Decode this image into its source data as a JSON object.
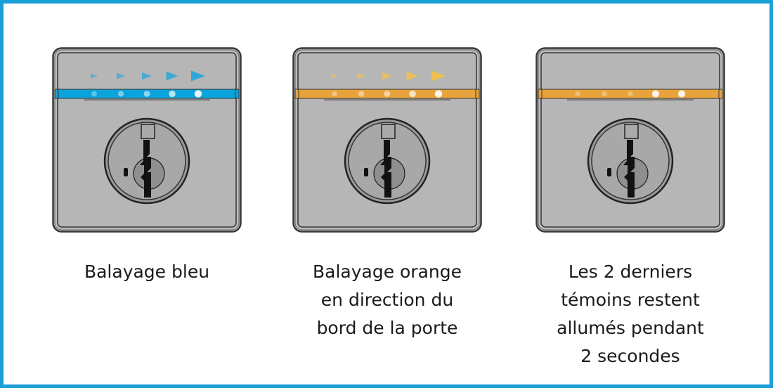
{
  "panels": [
    {
      "name": "blue-sweep",
      "bar_color": "#0aa3dc",
      "arrow_color": "#27a7d8",
      "arrows_visible": true,
      "dot_brightness": [
        0.35,
        0.45,
        0.55,
        0.7,
        0.9
      ],
      "caption": [
        "Balayage bleu"
      ]
    },
    {
      "name": "orange-sweep",
      "bar_color": "#e8a33c",
      "arrow_color": "#f2c24a",
      "arrows_visible": true,
      "dot_brightness": [
        0.35,
        0.45,
        0.55,
        0.7,
        0.9
      ],
      "caption": [
        "Balayage orange",
        "en direction du",
        "bord de la porte"
      ]
    },
    {
      "name": "last-two-lit",
      "bar_color": "#e8a33c",
      "arrow_color": "#f2c24a",
      "arrows_visible": false,
      "dot_brightness": [
        0.3,
        0.3,
        0.3,
        0.85,
        0.85
      ],
      "caption": [
        "Les 2 derniers",
        "témoins restent",
        "allumés pendant",
        "2 secondes"
      ]
    }
  ]
}
